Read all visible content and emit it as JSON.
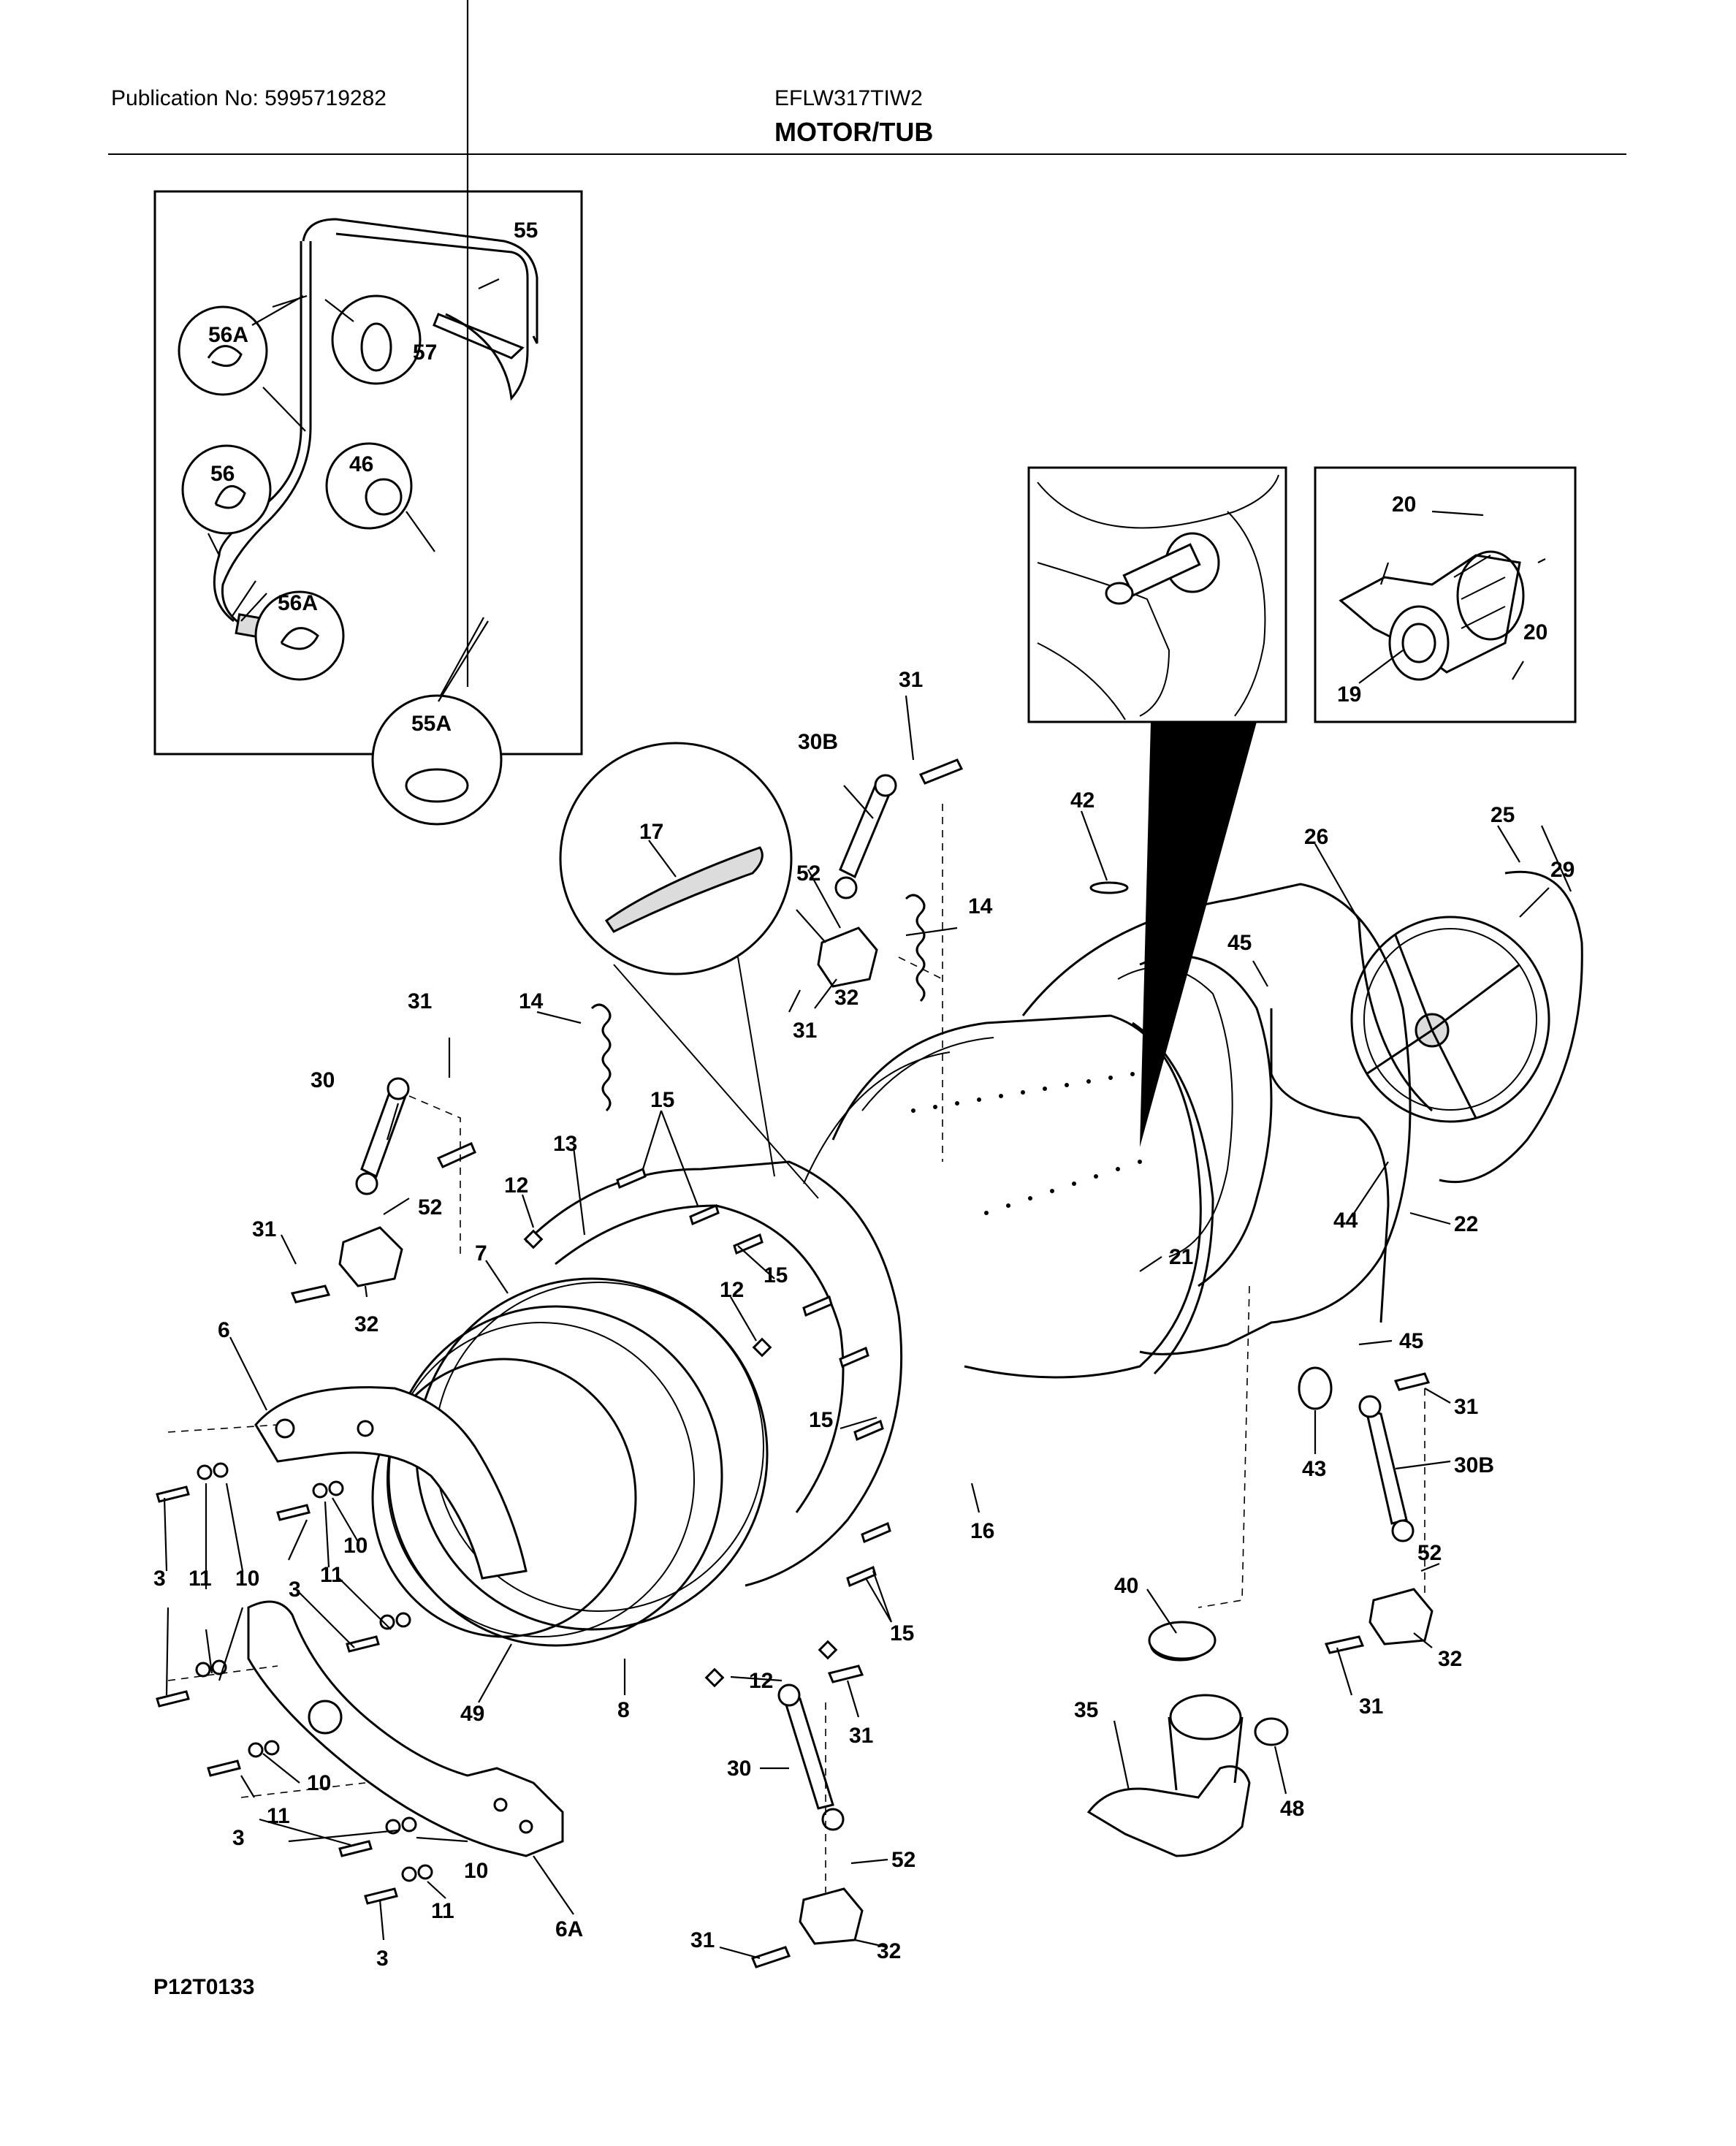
{
  "header": {
    "publication": "Publication No: 5995719282",
    "model": "EFLW317TIW2",
    "section": "MOTOR/TUB"
  },
  "footer": {
    "code": "P12T0133"
  },
  "callouts": [
    "55",
    "56A",
    "57",
    "56",
    "46",
    "56A",
    "55A",
    "20",
    "20",
    "19",
    "31",
    "30B",
    "17",
    "52",
    "14",
    "32",
    "31",
    "42",
    "25",
    "26",
    "29",
    "45",
    "31",
    "14",
    "30",
    "15",
    "52",
    "13",
    "12",
    "31",
    "32",
    "7",
    "15",
    "12",
    "21",
    "44",
    "22",
    "6",
    "15",
    "45",
    "31",
    "43",
    "30B",
    "16",
    "10",
    "11",
    "3",
    "10",
    "11",
    "3",
    "52",
    "40",
    "31",
    "15",
    "12",
    "32",
    "35",
    "31",
    "49",
    "8",
    "48",
    "30",
    "10",
    "11",
    "3",
    "10",
    "11",
    "6A",
    "3",
    "52",
    "31",
    "32"
  ]
}
